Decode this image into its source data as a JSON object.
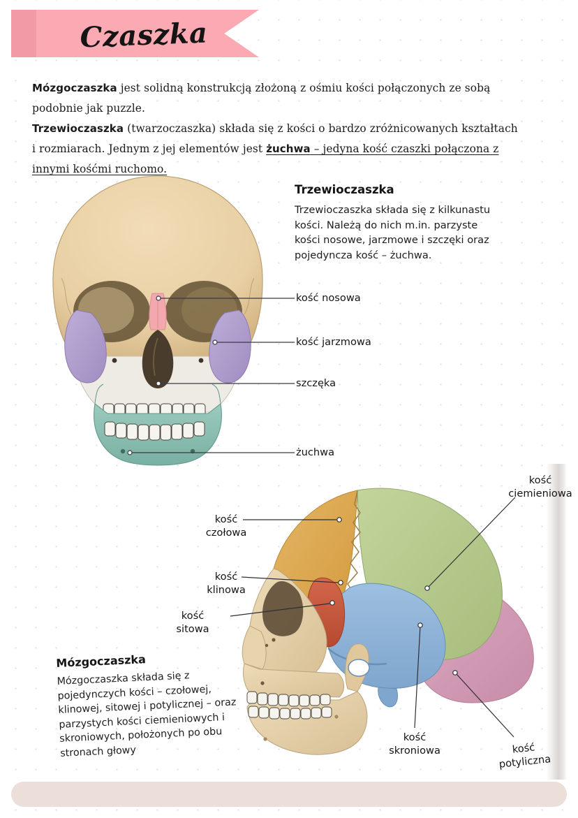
{
  "page": {
    "title": "Czaszka",
    "banner_color": "#fbaab4",
    "banner_fold_color": "#f29aa6",
    "bottom_bar_color": "#ecdfda"
  },
  "intro": {
    "line1_bold": "Mózgoczaszka",
    "line1_rest": " jest solidną konstrukcją złożoną z ośmiu kości połączonych ze sobą podobnie jak puzzle.",
    "line2_bold": "Trzewioczaszka",
    "line2_rest": " (twarzoczaszka) składa się z kości o bardzo zróżnicowanych kształtach i rozmiarach. Jednym z jej elementów jest ",
    "line2_bold_u": "żuchwa",
    "line2_underline": " – jedyna kość czaszki połączona z innymi kośćmi ruchomo."
  },
  "panel_trzewioczaszka": {
    "heading": "Trzewioczaszka",
    "body": "Trzewioczaszka składa się z kilkunastu kości. Należą do nich m.in. parzyste kości nosowe, jarzmowe i szczęki oraz pojedyncza kość – żuchwa."
  },
  "panel_mozgoczaszka": {
    "heading": "Mózgoczaszka",
    "body": "Mózgoczaszka składa się z pojedynczych kości – czołowej, klinowej, sitowej i potylicznej – oraz parzystych kości ciemieniowych i skroniowych, położonych po obu stronach głowy"
  },
  "figure_front": {
    "name": "front-view-skull-illustration",
    "callouts": [
      {
        "label": "kość nosowa",
        "color": "#f3a8ae"
      },
      {
        "label": "kość jarzmowa",
        "color": "#b1a0cd"
      },
      {
        "label": "szczęka",
        "color": "#eeeae4"
      },
      {
        "label": "żuchwa",
        "color": "#86bcb0"
      }
    ],
    "colors": {
      "cranium": "#e8cfa4",
      "nasal": "#f3a8ae",
      "zygomatic": "#b1a0cd",
      "maxilla": "#eeeae4",
      "mandible": "#86bcb0",
      "orbit": "#6b5a3c"
    }
  },
  "figure_side": {
    "name": "lateral-view-skull-illustration",
    "labels": [
      {
        "line1": "kość",
        "line2": "czołowa",
        "color": "#dda449"
      },
      {
        "line1": "kość",
        "line2": "klinowa",
        "color": "#c8583a"
      },
      {
        "line1": "kość",
        "line2": "sitowa",
        "color": "#e4cfa8"
      },
      {
        "line1": "kość",
        "line2": "ciemieniowa",
        "color": "#b6c98c"
      },
      {
        "line1": "kość",
        "line2": "skroniowa",
        "color": "#8fb3d8"
      },
      {
        "line1": "kość",
        "line2": "potyliczna",
        "color": "#d29cb6"
      }
    ],
    "colors": {
      "frontal": "#dda449",
      "parietal": "#b6c98c",
      "sphenoid": "#c8583a",
      "temporal": "#8fb3d8",
      "occipital": "#d29cb6",
      "facial": "#e4cfa8",
      "teeth": "#f3f1ea"
    }
  }
}
